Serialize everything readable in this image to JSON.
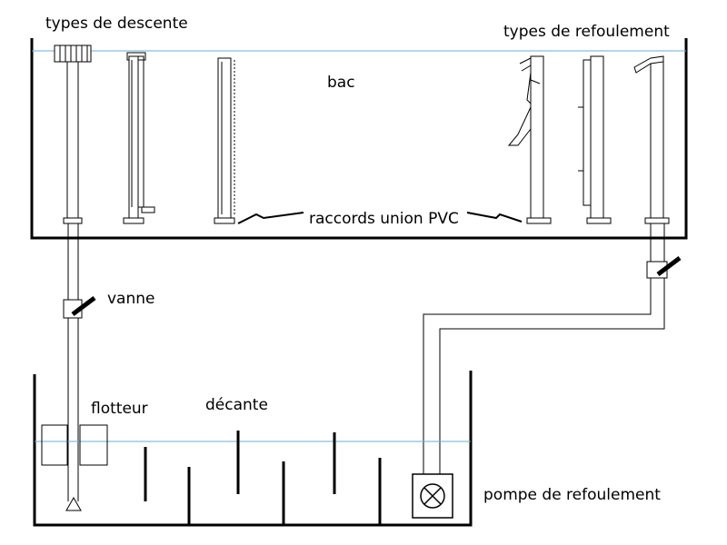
{
  "labels": {
    "types_descente": "types de descente",
    "types_refoulement": "types de refoulement",
    "bac": "bac",
    "raccords": "raccords union PVC",
    "vanne": "vanne",
    "flotteur": "flotteur",
    "decante": "décante",
    "pompe": "pompe de refoulement"
  },
  "colors": {
    "water_line": "#6aaed6",
    "stroke": "#000000",
    "background": "#ffffff"
  },
  "icons": [
    "crossed-circle-icon"
  ]
}
